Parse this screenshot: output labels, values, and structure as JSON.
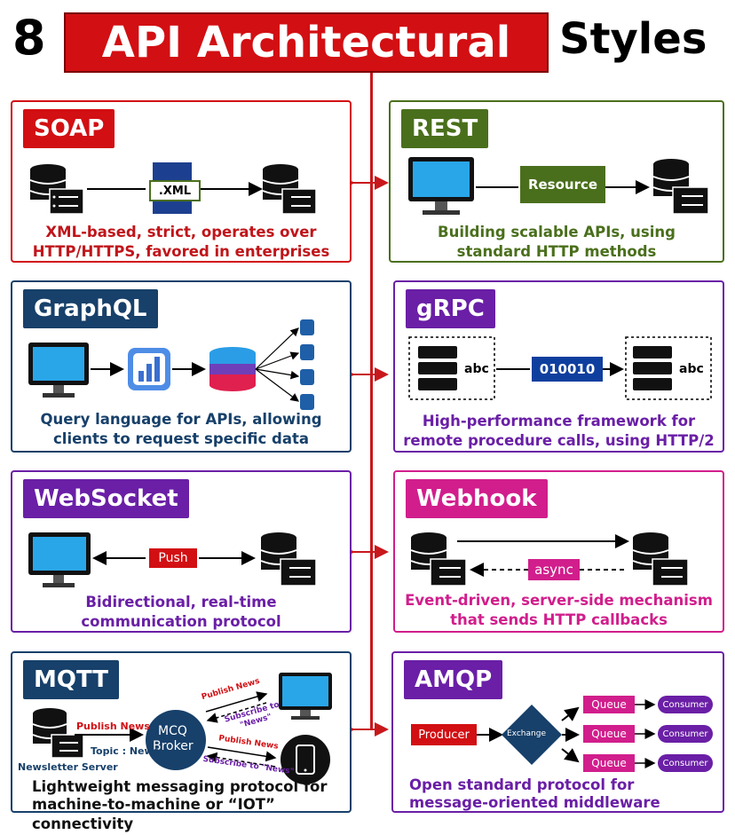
{
  "header": {
    "number": "8",
    "highlight": "API Architectural",
    "tail": "Styles"
  },
  "colors": {
    "red": "#d20f13",
    "green": "#4a6f1c",
    "navy": "#17406a",
    "purple": "#6a1fa6",
    "magenta": "#d11e8c",
    "grpc_blue": "#0f3f9e"
  },
  "soap": {
    "tag": "SOAP",
    "chip": ".XML",
    "desc1": "XML-based, strict, operates over",
    "desc2": "HTTP/HTTPS, favored in enterprises"
  },
  "rest": {
    "tag": "REST",
    "chip": "Resource",
    "desc1": "Building scalable APIs, using",
    "desc2": "standard HTTP methods"
  },
  "graphql": {
    "tag": "GraphQL",
    "desc1": "Query language for APIs, allowing",
    "desc2": "clients to request specific data"
  },
  "grpc": {
    "tag": "gRPC",
    "chip": "010010",
    "left_label": "abc",
    "right_label": "abc",
    "desc1": "High-performance framework for",
    "desc2": "remote procedure calls, using HTTP/2"
  },
  "websocket": {
    "tag": "WebSocket",
    "chip": "Push",
    "desc1": "Bidirectional, real-time",
    "desc2": "communication protocol"
  },
  "webhook": {
    "tag": "Webhook",
    "chip": "async",
    "desc1": "Event-driven, server-side mechanism",
    "desc2": "that sends HTTP callbacks"
  },
  "mqtt": {
    "tag": "MQTT",
    "broker1": "MCQ",
    "broker2": "Broker",
    "server_label": "Newsletter Server",
    "publish1": "Publish News",
    "topic": "Topic : News",
    "publish2": "Publish News",
    "subscribe2a": "Subscribe to",
    "subscribe2b": "\"News\"",
    "publish3": "Publish News",
    "subscribe3": "Subscribe to \"News\"",
    "desc1": "Lightweight messaging protocol for",
    "desc2": "machine-to-machine or “IOT” connectivity"
  },
  "amqp": {
    "tag": "AMQP",
    "producer": "Producer",
    "exchange": "Exchange",
    "queues": [
      "Queue",
      "Queue",
      "Queue"
    ],
    "consumers": [
      "Consumer",
      "Consumer",
      "Consumer"
    ],
    "desc1": "Open standard protocol for",
    "desc2": "message-oriented middleware"
  }
}
